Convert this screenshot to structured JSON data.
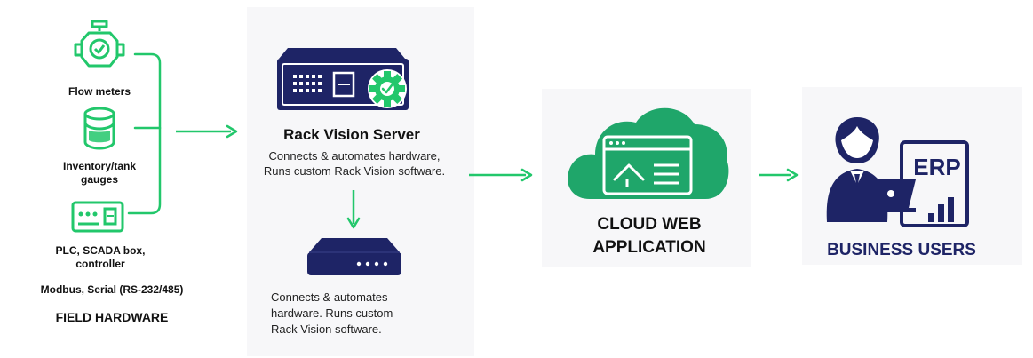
{
  "field": {
    "device1": {
      "label": "Flow meters",
      "icon": "flow-meter-icon"
    },
    "device2": {
      "label": "Inventory/tank gauges",
      "icon": "tank-gauge-icon"
    },
    "device3": {
      "label": "PLC, SCADA box, controller",
      "icon": "plc-controller-icon"
    },
    "protocol": "Modbus, Serial (RS-232/485)",
    "section_title": "FIELD HARDWARE"
  },
  "server": {
    "title": "Rack Vision Server",
    "description": "Connects & automates hardware, Runs custom Rack Vision software.",
    "icon": "rack-server-icon",
    "edge_device_icon": "edge-device-icon",
    "edge_description": "Connects & automates hardware. Runs custom Rack Vision software."
  },
  "cloud": {
    "title": "CLOUD WEB APPLICATION",
    "icon": "cloud-app-icon"
  },
  "users": {
    "title": "BUSINESS USERS",
    "icon": "business-user-icon",
    "erp_label": "ERP"
  },
  "colors": {
    "green": "#22c76b",
    "cloud_green": "#1fa66a",
    "navy": "#1e2466"
  }
}
